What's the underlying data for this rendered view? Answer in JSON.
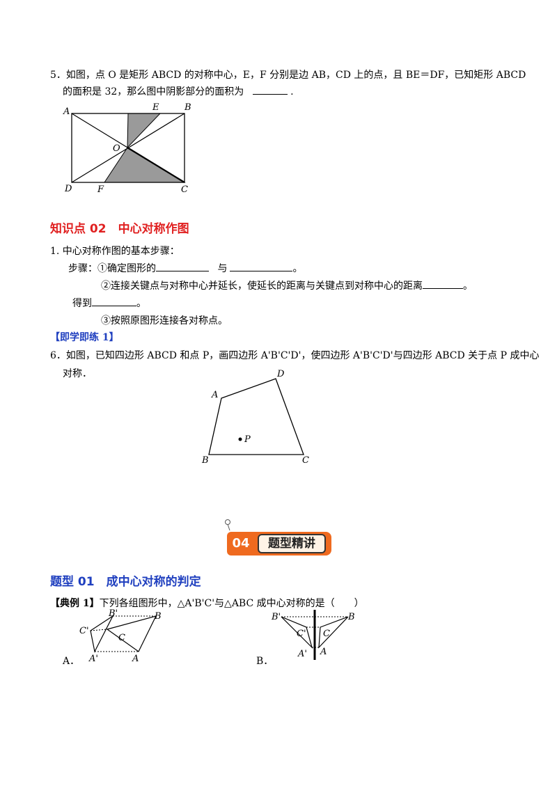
{
  "q5": {
    "line1": "5．如图，点 O 是矩形 ABCD 的对称中心，E，F 分别是边 AB，CD 上的点，且 BE＝DF，已知矩形 ABCD",
    "line2_prefix": "的面积是 32，那么图中阴影部分的面积为",
    "line2_suffix": ".",
    "labels": {
      "A": "A",
      "B": "B",
      "C": "C",
      "D": "D",
      "E": "E",
      "F": "F",
      "O": "O"
    }
  },
  "section02": {
    "title": "知识点 02　中心对称作图"
  },
  "steps": {
    "intro": "1. 中心对称作图的基本步骤：",
    "step1_prefix": "步骤：①确定图形的",
    "step1_mid": "与",
    "step1_suffix": "。",
    "step2": "②连接关键点与对称中心并延长，使延长的距离与关键点到对称中心的距离",
    "step2_suffix": "。",
    "step2b_prefix": "得到",
    "step2b_suffix": "。",
    "step3": "③按照原图形连接各对称点。"
  },
  "practice": {
    "tag": "【即学即练 1】"
  },
  "q6": {
    "line1": "6．如图，已知四边形 ABCD 和点 P，画四边形 A'B'C'D'，使四边形 A'B'C'D'与四边形 ABCD 关于点 P 成中心",
    "line2": "对称．",
    "labels": {
      "A": "A",
      "B": "B",
      "C": "C",
      "D": "D",
      "P": "P"
    }
  },
  "banner": {
    "number": "04",
    "label": "题型精讲"
  },
  "type01": {
    "title": "题型 01　成中心对称的判定"
  },
  "example1": {
    "tag": "【典例 1】",
    "text": "下列各组图形中，△A'B'C'与△ABC 成中心对称的是（　　）",
    "optA": "A．",
    "optB": "B．",
    "figA": {
      "B1": "B'",
      "B": "B",
      "C1": "C'",
      "C": "C",
      "A1": "A'",
      "A": "A"
    },
    "figB": {
      "B1": "B'",
      "B": "B",
      "C1": "C'",
      "C": "C",
      "A1": "A'",
      "A": "A"
    }
  }
}
